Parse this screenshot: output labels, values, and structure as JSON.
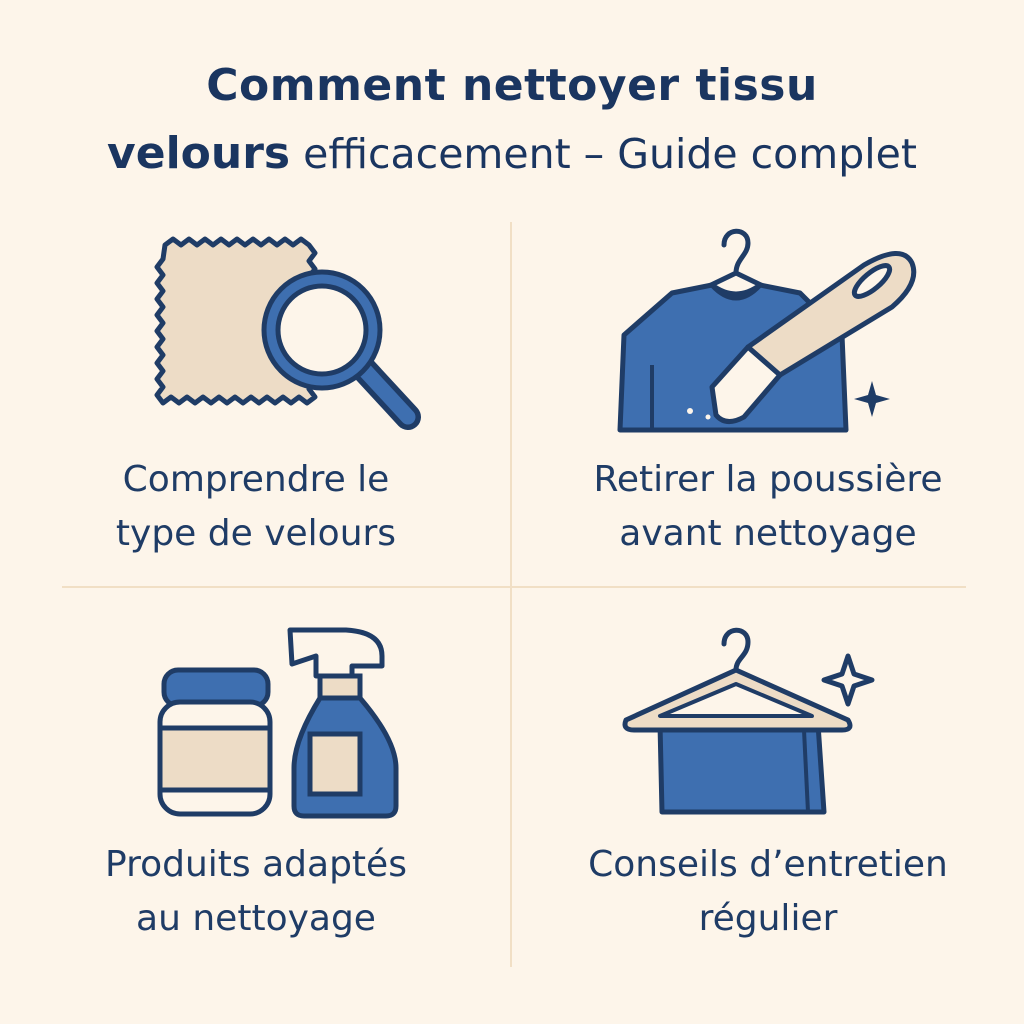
{
  "title": {
    "line1": "Comment nettoyer tissu",
    "line2_bold": "velours",
    "line2_regular": " efficacement – Guide complet"
  },
  "cards": [
    {
      "label_line1": "Comprendre le",
      "label_line2": "type de velours",
      "icon": "fabric-magnifier-icon"
    },
    {
      "label_line1": "Retirer la poussière",
      "label_line2": "avant nettoyage",
      "icon": "brush-shirt-icon"
    },
    {
      "label_line1": "Produits adaptés",
      "label_line2": "au nettoyage",
      "icon": "jar-spray-icon"
    },
    {
      "label_line1": "Conseils d’entretien",
      "label_line2": "régulier",
      "icon": "hanger-garment-icon"
    }
  ],
  "colors": {
    "background": "#fdf5ea",
    "navy": "#1f3c66",
    "blue": "#3e6fb0",
    "beige": "#eddcc6",
    "divider": "#f1dfc5"
  }
}
